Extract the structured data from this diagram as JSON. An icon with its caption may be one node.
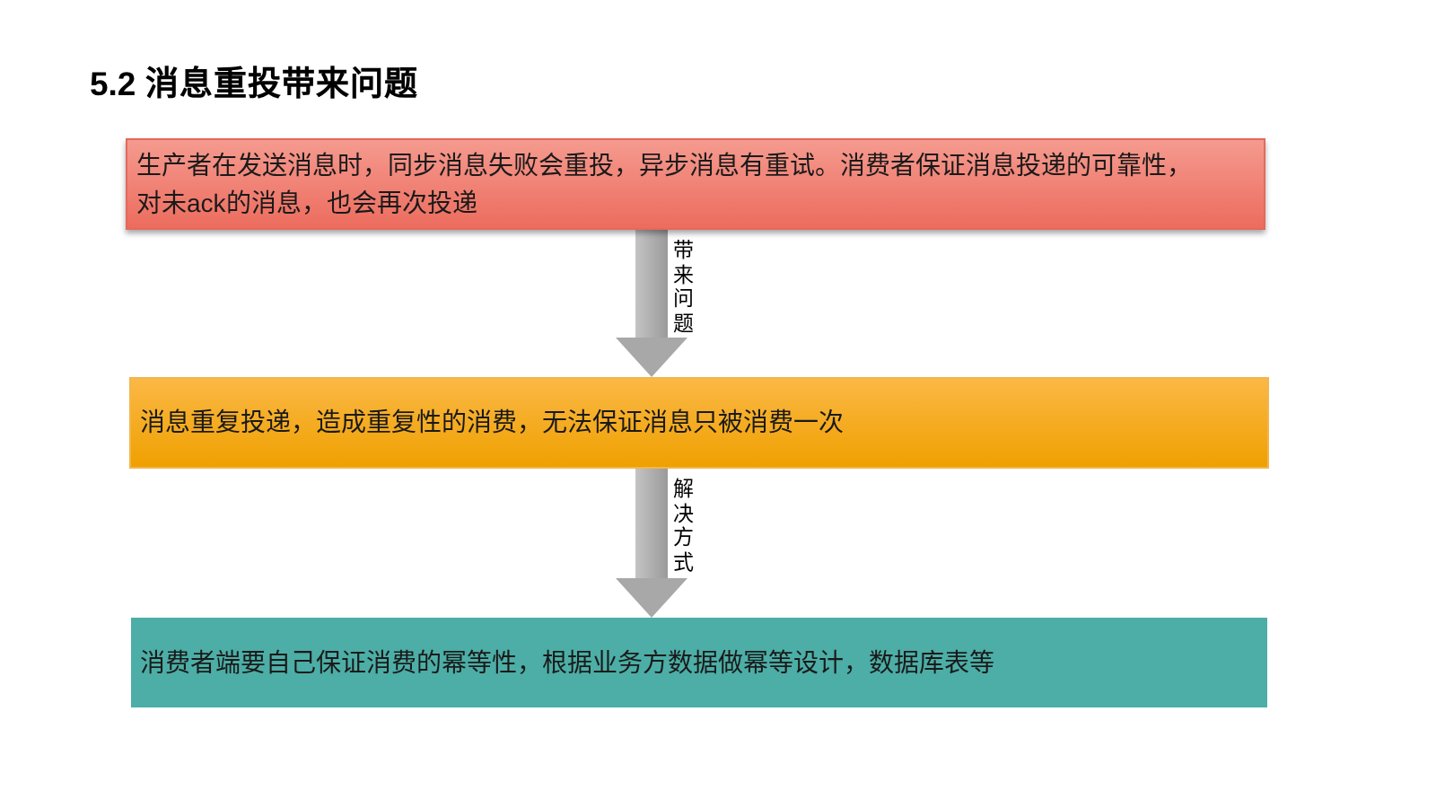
{
  "diagram": {
    "title": "5.2 消息重投带来问题",
    "nodes": [
      {
        "text": [
          "生产者在发送消息时，同步消息失败会重投，异步消息有重试。消费者保证消息投递的可靠性，对未ack的消息，也会再次投递"
        ]
      },
      {
        "text": [
          "消息重复投递，造成重复性的消费，无法保证消息只被消费一次"
        ]
      },
      {
        "text": [
          "消费者端要自己保证消费的幂等性，根据业务方数据做幂等设计，数据库表等"
        ]
      }
    ],
    "edges": [
      {
        "from": 0,
        "to": 1,
        "arrow": "to",
        "label": "带来问题"
      },
      {
        "from": 1,
        "to": 2,
        "arrow": "to",
        "label": "解决方式"
      }
    ]
  }
}
